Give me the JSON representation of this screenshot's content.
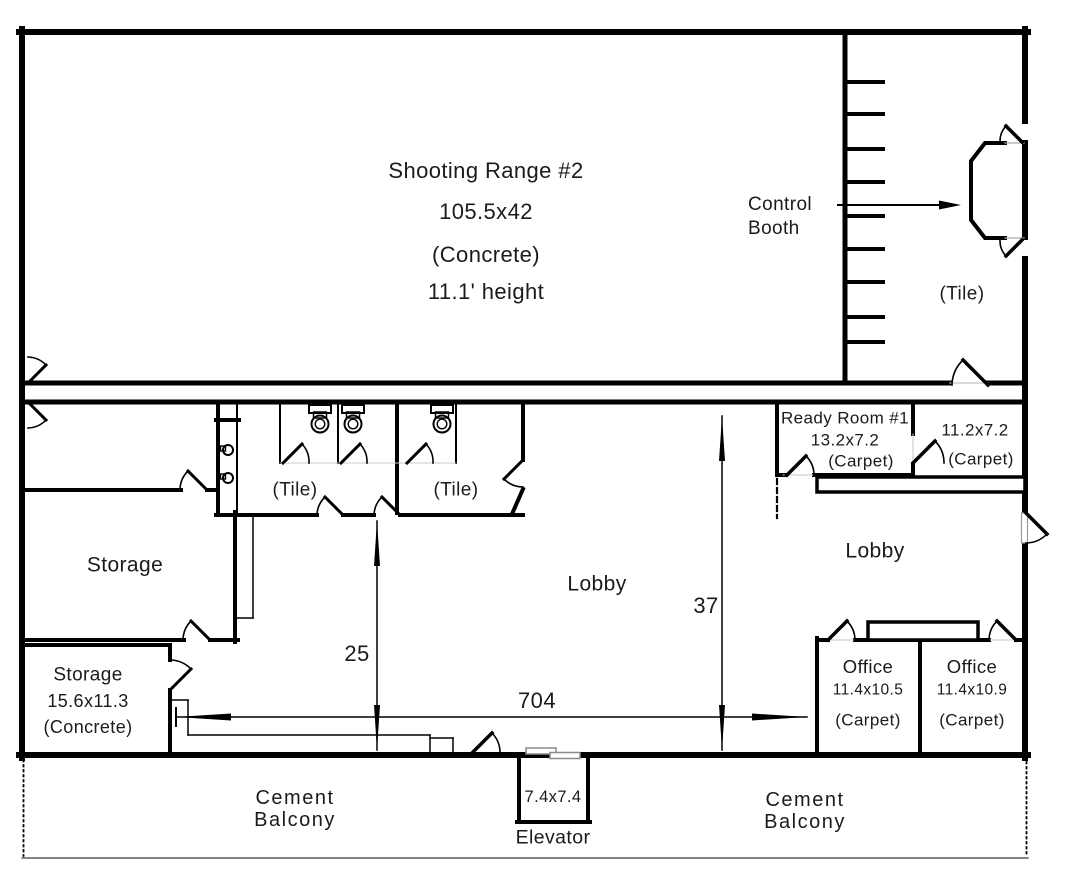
{
  "page": {
    "background": "#ffffff",
    "line_color": "#000000",
    "text_color": "#1b1b1b"
  },
  "shooting_range": {
    "name": "Shooting Range #2",
    "dims": "105.5x42",
    "material": "(Concrete)",
    "height": "11.1' height"
  },
  "control_booth": {
    "line1": "Control",
    "line2": "Booth"
  },
  "upper_tile": {
    "label": "(Tile)"
  },
  "ready_room": {
    "name": "Ready Room #1",
    "dims": "13.2x7.2",
    "material": "(Carpet)"
  },
  "side_room": {
    "dims": "11.2x7.2",
    "material": "(Carpet)"
  },
  "restrooms": {
    "left_label": "(Tile)",
    "right_label": "(Tile)"
  },
  "storage_main": {
    "name": "Storage"
  },
  "storage_small": {
    "name": "Storage",
    "dims": "15.6x11.3",
    "material": "(Concrete)"
  },
  "lobby_center": {
    "name": "Lobby"
  },
  "lobby_right": {
    "name": "Lobby"
  },
  "offices": {
    "left": {
      "name": "Office",
      "dims": "11.4x10.5",
      "material": "(Carpet)"
    },
    "right": {
      "name": "Office",
      "dims": "11.4x10.9",
      "material": "(Carpet)"
    }
  },
  "elevator": {
    "dims": "7.4x7.4",
    "name": "Elevator"
  },
  "balconies": {
    "left": {
      "line1": "Cement",
      "line2": "Balcony"
    },
    "right": {
      "line1": "Cement",
      "line2": "Balcony"
    }
  },
  "dimensions": {
    "height_lobby_left": "25",
    "height_lobby_right": "37",
    "width_lobby": "704"
  }
}
